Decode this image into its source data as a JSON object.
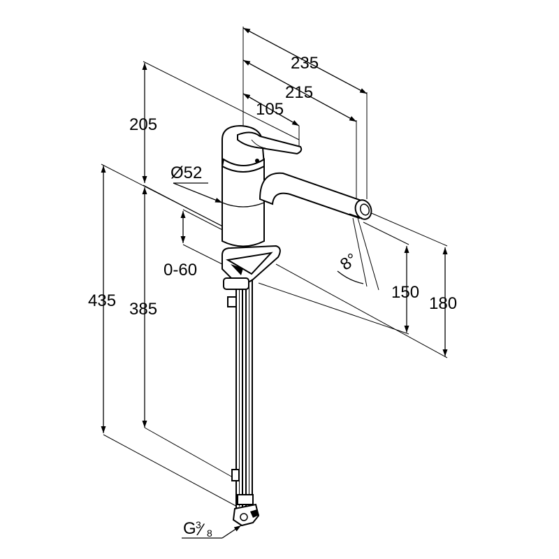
{
  "diagram": {
    "dimensions": {
      "d235": "235",
      "d215": "215",
      "d105": "105",
      "d205": "205",
      "d52": "Ø52",
      "d0_60": "0-60",
      "d435": "435",
      "d385": "385",
      "d150": "150",
      "d180": "180",
      "angle": "8°",
      "thread_main": "G",
      "thread_num": "3",
      "thread_den": "8"
    },
    "colors": {
      "stroke": "#000000",
      "background": "#ffffff"
    }
  }
}
